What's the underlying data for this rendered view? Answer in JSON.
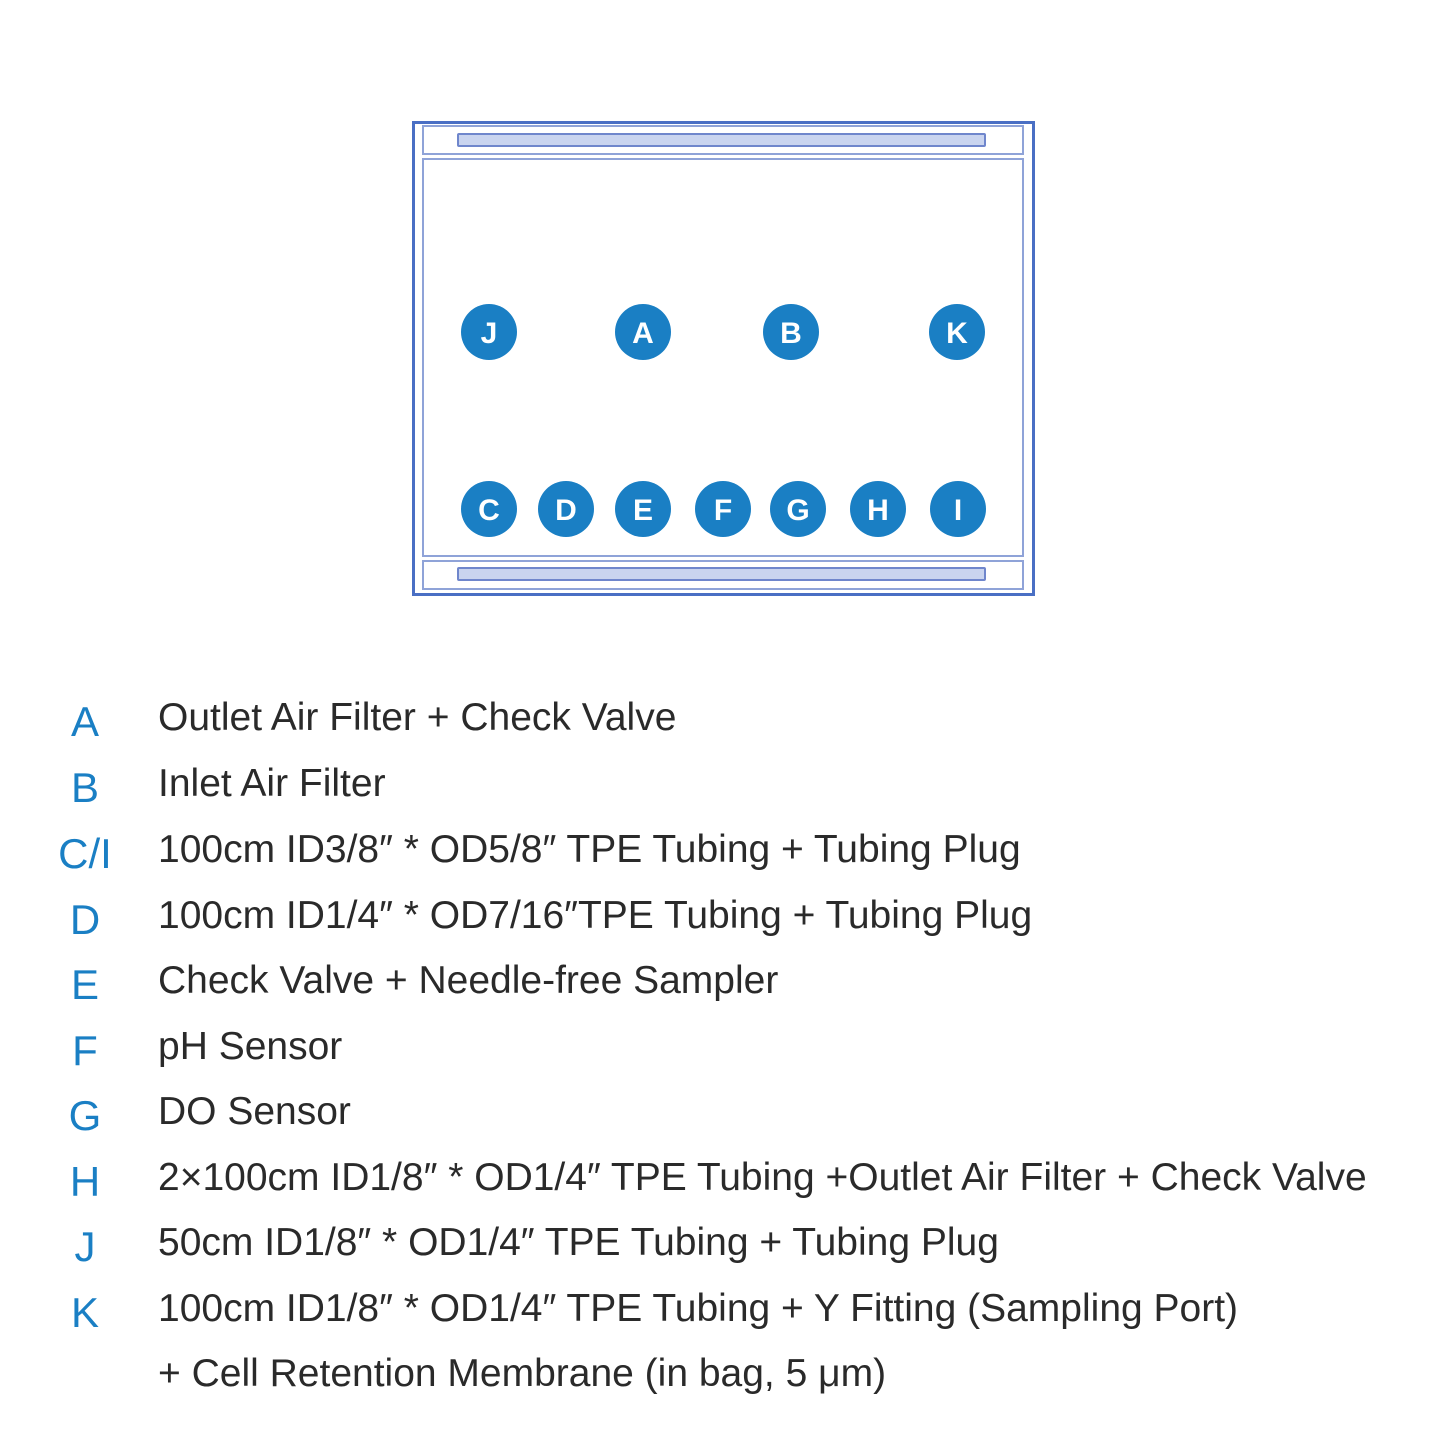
{
  "colors": {
    "accent": "#1a7fc4",
    "outline": "#4a6fc4",
    "bar_fill": "#c9d4ef",
    "text": "#2a2a2a"
  },
  "ports_top": [
    "J",
    "A",
    "B",
    "K"
  ],
  "ports_bottom": [
    "C",
    "D",
    "E",
    "F",
    "G",
    "H",
    "I"
  ],
  "legend": [
    {
      "key": "A",
      "desc": "Outlet Air Filter + Check Valve"
    },
    {
      "key": "B",
      "desc": "Inlet Air Filter"
    },
    {
      "key": "C/I",
      "desc": "100cm ID3/8″ * OD5/8″ TPE Tubing + Tubing Plug"
    },
    {
      "key": "D",
      "desc": "100cm ID1/4″ * OD7/16″TPE Tubing + Tubing Plug"
    },
    {
      "key": "E",
      "desc": "Check Valve + Needle-free Sampler"
    },
    {
      "key": "F",
      "desc": "pH Sensor"
    },
    {
      "key": "G",
      "desc": "DO Sensor"
    },
    {
      "key": "H",
      "desc": "2×100cm ID1/8″ * OD1/4″ TPE Tubing +Outlet Air Filter + Check Valve"
    },
    {
      "key": "J",
      "desc": "50cm ID1/8″ * OD1/4″ TPE Tubing + Tubing Plug"
    },
    {
      "key": "K",
      "desc": "100cm ID1/8″ * OD1/4″ TPE Tubing + Y Fitting (Sampling Port)"
    },
    {
      "key": "",
      "desc": "+ Cell Retention Membrane (in bag, 5 μm)"
    }
  ]
}
